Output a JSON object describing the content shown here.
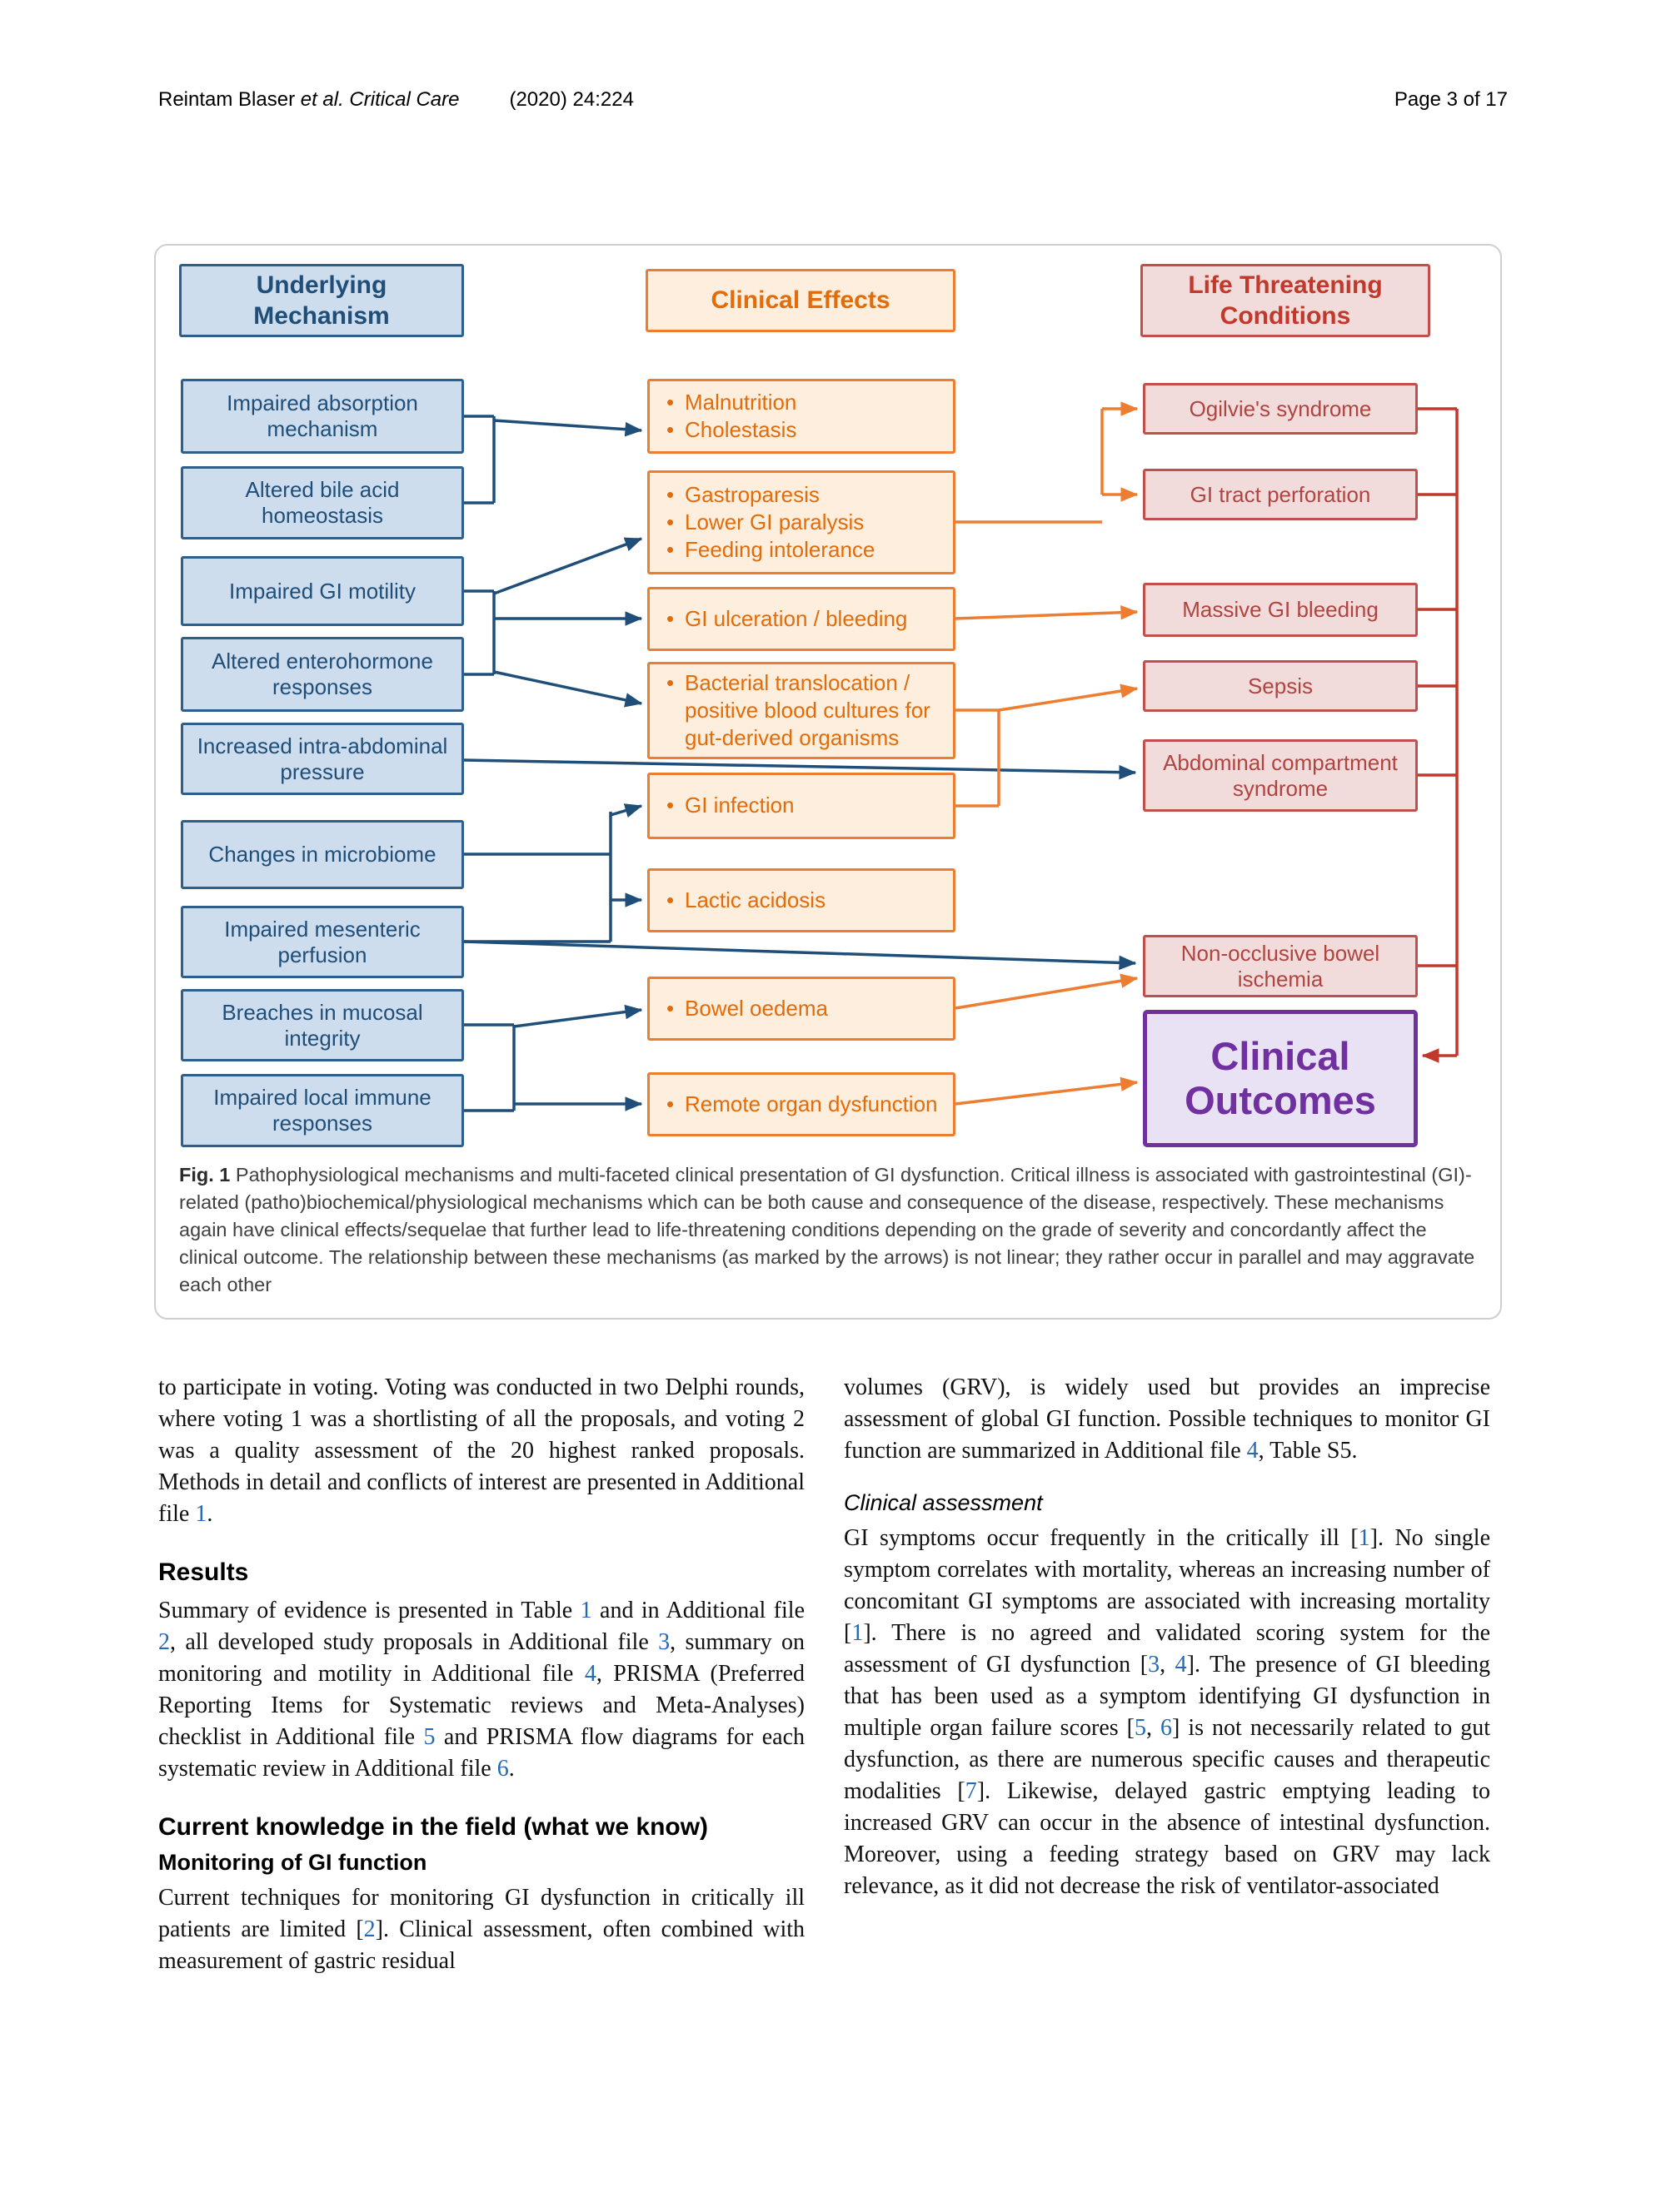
{
  "header": {
    "authors": "Reintam Blaser ",
    "citation_italic": "et al. Critical Care",
    "citation_rest": "(2020) 24:224",
    "page_info": "Page 3 of 17"
  },
  "figure": {
    "column_headers": {
      "mechanism": "Underlying\nMechanism",
      "effects": "Clinical Effects",
      "conditions": "Life Threatening\nConditions"
    },
    "mechanisms": [
      "Impaired absorption mechanism",
      "Altered bile acid homeostasis",
      "Impaired GI motility",
      "Altered enterohormone responses",
      "Increased intra-abdominal pressure",
      "Changes in microbiome",
      "Impaired mesenteric perfusion",
      "Breaches in mucosal integrity",
      "Impaired local immune responses"
    ],
    "effects": [
      [
        "Malnutrition",
        "Cholestasis"
      ],
      [
        "Gastroparesis",
        "Lower GI paralysis",
        "Feeding intolerance"
      ],
      [
        "GI ulceration / bleeding"
      ],
      [
        "Bacterial translocation / positive blood cultures for gut-derived organisms"
      ],
      [
        "GI infection"
      ],
      [
        "Lactic acidosis"
      ],
      [
        "Bowel oedema"
      ],
      [
        "Remote organ dysfunction"
      ]
    ],
    "conditions": [
      "Ogilvie's syndrome",
      "GI tract perforation",
      "Massive GI bleeding",
      "Sepsis",
      "Abdominal compartment syndrome",
      "Non-occlusive bowel ischemia"
    ],
    "outcome": "Clinical\nOutcomes",
    "caption_label": "Fig. 1",
    "caption_text": "Pathophysiological mechanisms and multi-faceted clinical presentation of GI dysfunction. Critical illness is associated with gastrointestinal (GI)-related (patho)biochemical/physiological mechanisms which can be both cause and consequence of the disease, respectively. These mechanisms again have clinical effects/sequelae that further lead to life-threatening conditions depending on the grade of severity and concordantly affect the clinical outcome. The relationship between these mechanisms (as marked by the arrows) is not linear; they rather occur in parallel and may aggravate each other",
    "connections": [
      {
        "from": "Impaired absorption mechanism + Altered bile acid homeostasis",
        "to": "Malnutrition / Cholestasis",
        "color": "blue"
      },
      {
        "from": "Impaired GI motility + Altered enterohormone responses",
        "to": "Gastroparesis / Lower GI paralysis / Feeding intolerance",
        "color": "blue"
      },
      {
        "from": "Impaired GI motility + Altered enterohormone responses",
        "to": "GI ulceration / bleeding",
        "color": "blue"
      },
      {
        "from": "Impaired GI motility + Altered enterohormone responses",
        "to": "Bacterial translocation",
        "color": "blue"
      },
      {
        "from": "Increased intra-abdominal pressure",
        "to": "Abdominal compartment syndrome",
        "color": "blue"
      },
      {
        "from": "Changes in microbiome + Impaired mesenteric perfusion",
        "to": "GI infection",
        "color": "blue"
      },
      {
        "from": "Changes in microbiome + Impaired mesenteric perfusion",
        "to": "Lactic acidosis",
        "color": "blue"
      },
      {
        "from": "Impaired mesenteric perfusion",
        "to": "Non-occlusive bowel ischemia",
        "color": "blue"
      },
      {
        "from": "Breaches in mucosal integrity + Impaired local immune responses",
        "to": "Bowel oedema",
        "color": "blue"
      },
      {
        "from": "Breaches in mucosal integrity + Impaired local immune responses",
        "to": "Remote organ dysfunction",
        "color": "blue"
      },
      {
        "from": "Gastroparesis group",
        "to": "Ogilvie's syndrome + GI tract perforation",
        "color": "orange"
      },
      {
        "from": "GI ulceration / bleeding",
        "to": "Massive GI bleeding",
        "color": "orange"
      },
      {
        "from": "Bacterial translocation + GI infection",
        "to": "Sepsis",
        "color": "orange"
      },
      {
        "from": "Bowel oedema",
        "to": "Non-occlusive bowel ischemia",
        "color": "orange"
      },
      {
        "from": "Remote organ dysfunction",
        "to": "Clinical Outcomes",
        "color": "orange"
      },
      {
        "from": "All life threatening conditions",
        "to": "Clinical Outcomes",
        "color": "red"
      }
    ]
  },
  "body": {
    "left": {
      "p1": [
        {
          "t": "to participate in voting. Voting was conducted in two Delphi rounds, where voting 1 was a shortlisting of all the proposals, and voting 2 was a quality assessment of the 20 highest ranked proposals. Methods in detail and conflicts of interest are presented in Additional file "
        },
        {
          "t": "1",
          "ref": true
        },
        {
          "t": "."
        }
      ],
      "h_results": "Results",
      "p2": [
        {
          "t": "Summary of evidence is presented in Table "
        },
        {
          "t": "1",
          "ref": true
        },
        {
          "t": " and in Additional file "
        },
        {
          "t": "2",
          "ref": true
        },
        {
          "t": ", all developed study proposals in Additional file "
        },
        {
          "t": "3",
          "ref": true
        },
        {
          "t": ", summary on monitoring and motility in Additional file "
        },
        {
          "t": "4",
          "ref": true
        },
        {
          "t": ", PRISMA (Preferred Reporting Items for Systematic reviews and Meta-Analyses) checklist in Additional file "
        },
        {
          "t": "5",
          "ref": true
        },
        {
          "t": " and PRISMA flow diagrams for each systematic review in Additional file "
        },
        {
          "t": "6",
          "ref": true
        },
        {
          "t": "."
        }
      ],
      "h_current": "Current knowledge in the field (what we know)",
      "h_monitoring": "Monitoring of GI function",
      "p3": [
        {
          "t": "Current techniques for monitoring GI dysfunction in critically ill patients are limited ["
        },
        {
          "t": "2",
          "ref": true
        },
        {
          "t": "]. Clinical assessment, often combined with measurement of gastric residual"
        }
      ]
    },
    "right": {
      "p1": [
        {
          "t": "volumes (GRV), is widely used but provides an imprecise assessment of global GI function. Possible techniques to monitor GI function are summarized in Additional file "
        },
        {
          "t": "4",
          "ref": true
        },
        {
          "t": ", Table S5."
        }
      ],
      "h_clinical": "Clinical assessment",
      "p2": [
        {
          "t": "GI symptoms occur frequently in the critically ill ["
        },
        {
          "t": "1",
          "ref": true
        },
        {
          "t": "]. No single symptom correlates with mortality, whereas an increasing number of concomitant GI symptoms are associated with increasing mortality ["
        },
        {
          "t": "1",
          "ref": true
        },
        {
          "t": "]. There is no agreed and validated scoring system for the assessment of GI dysfunction ["
        },
        {
          "t": "3",
          "ref": true
        },
        {
          "t": ", "
        },
        {
          "t": "4",
          "ref": true
        },
        {
          "t": "]. The presence of GI bleeding that has been used as a symptom identifying GI dysfunction in multiple organ failure scores ["
        },
        {
          "t": "5",
          "ref": true
        },
        {
          "t": ", "
        },
        {
          "t": "6",
          "ref": true
        },
        {
          "t": "] is not necessarily related to gut dysfunction, as there are numerous specific causes and therapeutic modalities ["
        },
        {
          "t": "7",
          "ref": true
        },
        {
          "t": "]. Likewise, delayed gastric emptying leading to increased GRV can occur in the absence of intestinal dysfunction. Moreover, using a feeding strategy based on GRV may lack relevance, as it did not decrease the risk of ventilator-associated"
        }
      ]
    }
  },
  "colors": {
    "mechanism_fill": "#cdddee",
    "mechanism_border": "#2e5f8a",
    "mechanism_text": "#1f4e79",
    "effect_fill": "#fdeedd",
    "effect_border": "#ed7d31",
    "effect_text": "#e36c0a",
    "condition_fill": "#f2dcdb",
    "condition_border": "#c0504d",
    "condition_text": "#b04441",
    "outcome_fill": "#e9e2f5",
    "outcome_accent": "#7030a0",
    "arrow_blue": "#1f4e79",
    "arrow_orange": "#ed7d31",
    "arrow_red": "#c0392b",
    "link": "#2569b3"
  }
}
